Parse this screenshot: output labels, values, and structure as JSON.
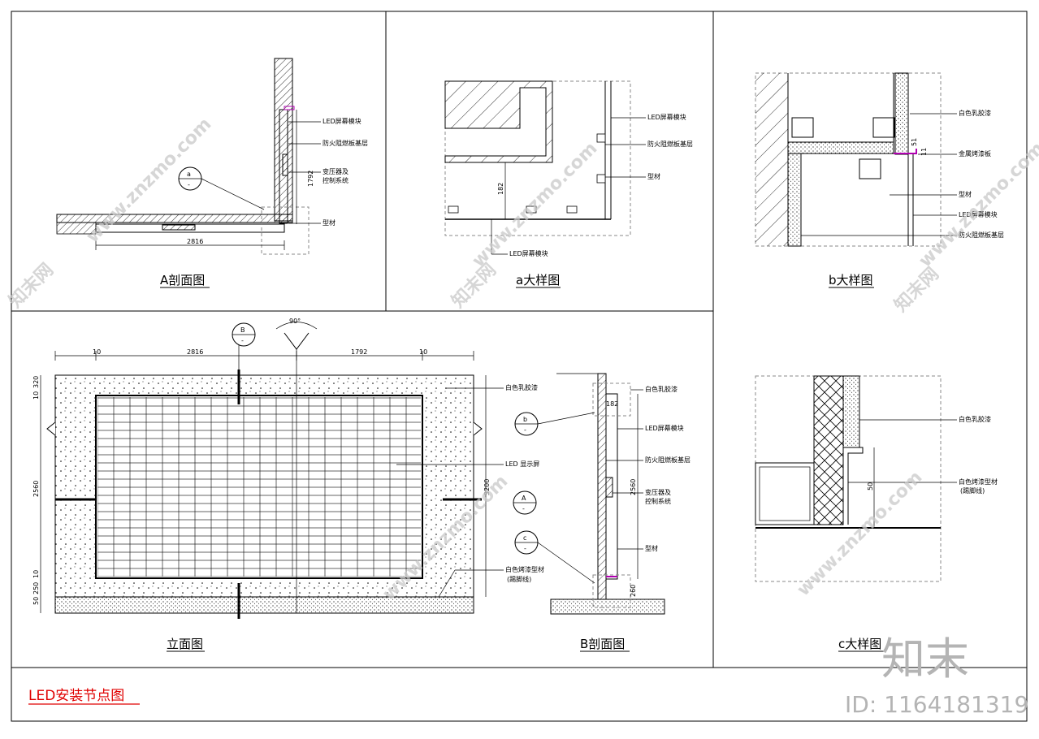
{
  "sheet_title": "LED安装节点图",
  "watermark": {
    "logo": "知末",
    "id_label": "ID: 1164181319",
    "site": "www.znzmo.com",
    "brand": "知末网"
  },
  "panels": {
    "a_section": {
      "title": "A剖面图",
      "callout": {
        "letter": "a",
        "sub": "-"
      },
      "labels": [
        "LED屏幕模块",
        "防火阻燃板基层",
        "变压器及",
        "控制系统",
        "型材"
      ],
      "dims": {
        "width": "2816",
        "height": "1792"
      }
    },
    "a_detail": {
      "title": "a大样图",
      "labels": [
        "LED屏幕模块",
        "防火阻燃板基层",
        "型材",
        "LED屏幕模块"
      ],
      "dims": {
        "depth": "182"
      }
    },
    "b_detail": {
      "title": "b大样图",
      "labels": [
        "白色乳胶漆",
        "金属烤漆板",
        "型材",
        "LED屏幕模块",
        "防火阻燃板基层"
      ],
      "dims": {
        "d1": "11",
        "d2": "51"
      }
    },
    "elevation": {
      "title": "立面图",
      "angle": "90°",
      "callouts": [
        {
          "letter": "B",
          "sub": "-"
        },
        {
          "letter": "A",
          "sub": "-"
        }
      ],
      "labels": [
        "白色乳胶漆",
        "LED 显示屏",
        "白色烤漆型材",
        "(踢脚线)"
      ],
      "dims": {
        "top": [
          "10",
          "2816",
          "1792",
          "10"
        ],
        "left": [
          "10",
          "320",
          "2560",
          "10",
          "250",
          "50"
        ],
        "right": "3200"
      }
    },
    "b_section": {
      "title": "B剖面图",
      "callouts": [
        {
          "letter": "b",
          "sub": "-"
        },
        {
          "letter": "c",
          "sub": "-"
        }
      ],
      "labels": [
        "白色乳胶漆",
        "LED屏幕模块",
        "防火阻燃板基层",
        "变压器及",
        "控制系统",
        "型材"
      ],
      "dims": {
        "d1": "182",
        "d2": "2560",
        "d3": "260"
      }
    },
    "c_detail": {
      "title": "c大样图",
      "labels": [
        "白色乳胶漆",
        "白色烤漆型材",
        "(踢脚线)"
      ],
      "dims": {
        "d1": "50"
      }
    }
  }
}
